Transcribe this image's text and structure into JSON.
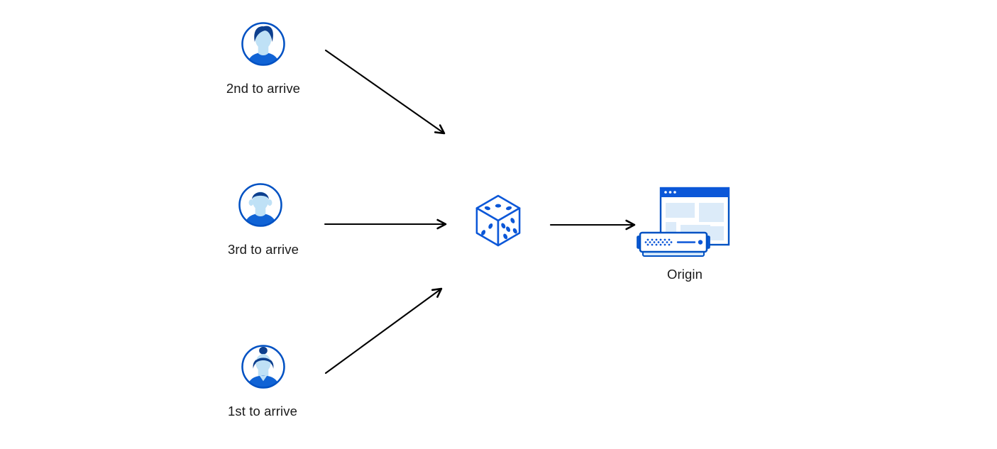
{
  "diagram": {
    "description": "Flow diagram: three visitors arriving in different order are routed (randomized, shown as a dice) to an origin server",
    "colors": {
      "primary_blue": "#0051c3",
      "accent_blue": "#0b57d8",
      "shirt_blue": "#1063d5",
      "hair_navy": "#0d3f8e",
      "face_light_blue": "#bfe1f6",
      "panel_light_blue": "#dcebf9",
      "tray_light_blue": "#d8eafa",
      "arrow_black": "#000000",
      "label_text": "#1a1a1a",
      "background": "#ffffff"
    },
    "nodes": {
      "visitor_second": {
        "label": "2nd to arrive",
        "icon": "male-avatar-swept-hair-icon"
      },
      "visitor_third": {
        "label": "3rd to arrive",
        "icon": "male-avatar-flat-top-icon"
      },
      "visitor_first": {
        "label": "1st to arrive",
        "icon": "female-avatar-bun-icon"
      },
      "randomizer": {
        "label": "",
        "icon": "dice-icon"
      },
      "origin": {
        "label": "Origin",
        "icon": "origin-server-browser-icon"
      }
    },
    "edges": [
      {
        "from": "visitor_second",
        "to": "randomizer",
        "style": "black-arrow"
      },
      {
        "from": "visitor_third",
        "to": "randomizer",
        "style": "black-arrow"
      },
      {
        "from": "visitor_first",
        "to": "randomizer",
        "style": "black-arrow"
      },
      {
        "from": "randomizer",
        "to": "origin",
        "style": "black-arrow"
      }
    ]
  }
}
